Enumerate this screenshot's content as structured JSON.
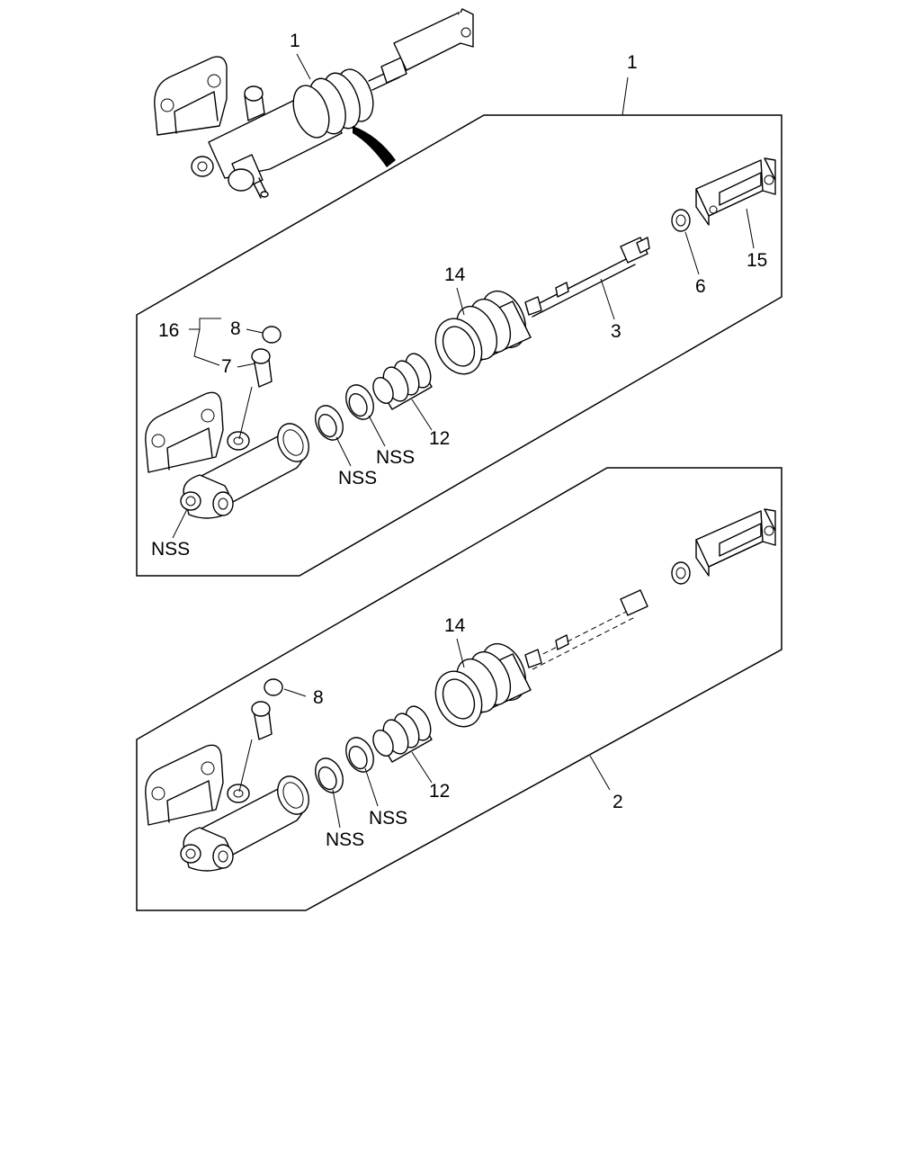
{
  "labels": {
    "top_assembly": "1",
    "box1_ref": "1",
    "box1_14": "14",
    "box1_15": "15",
    "box1_6": "6",
    "box1_3": "3",
    "box1_16": "16",
    "box1_8": "8",
    "box1_7": "7",
    "box1_12": "12",
    "box1_nss_a": "NSS",
    "box1_nss_b": "NSS",
    "box1_nss_c": "NSS",
    "box2_14": "14",
    "box2_8": "8",
    "box2_12": "12",
    "box2_nss_a": "NSS",
    "box2_nss_b": "NSS",
    "box2_ref": "2"
  }
}
